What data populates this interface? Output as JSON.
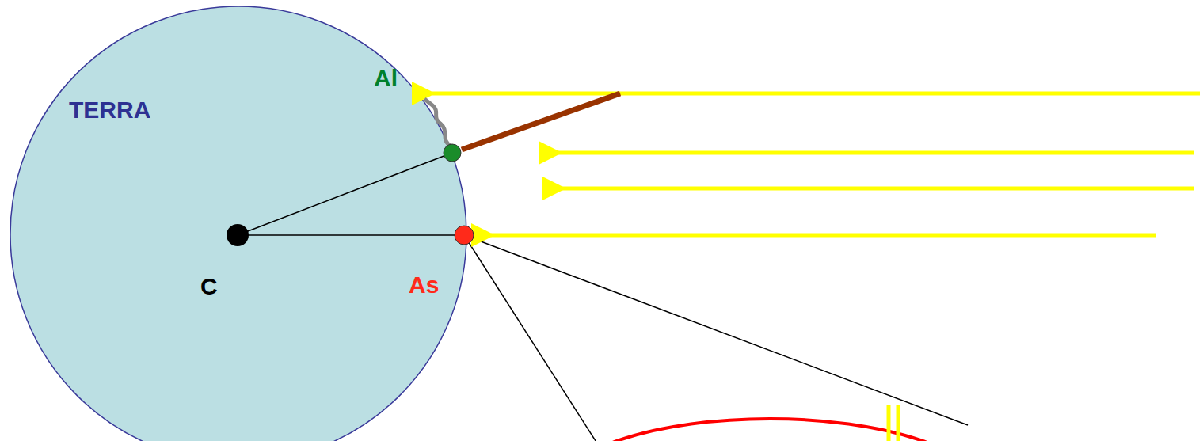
{
  "diagram": {
    "nodes": [
      {
        "text": [
          "TERRA"
        ]
      }
    ],
    "labels": [
      "Al",
      "As",
      "C"
    ]
  }
}
